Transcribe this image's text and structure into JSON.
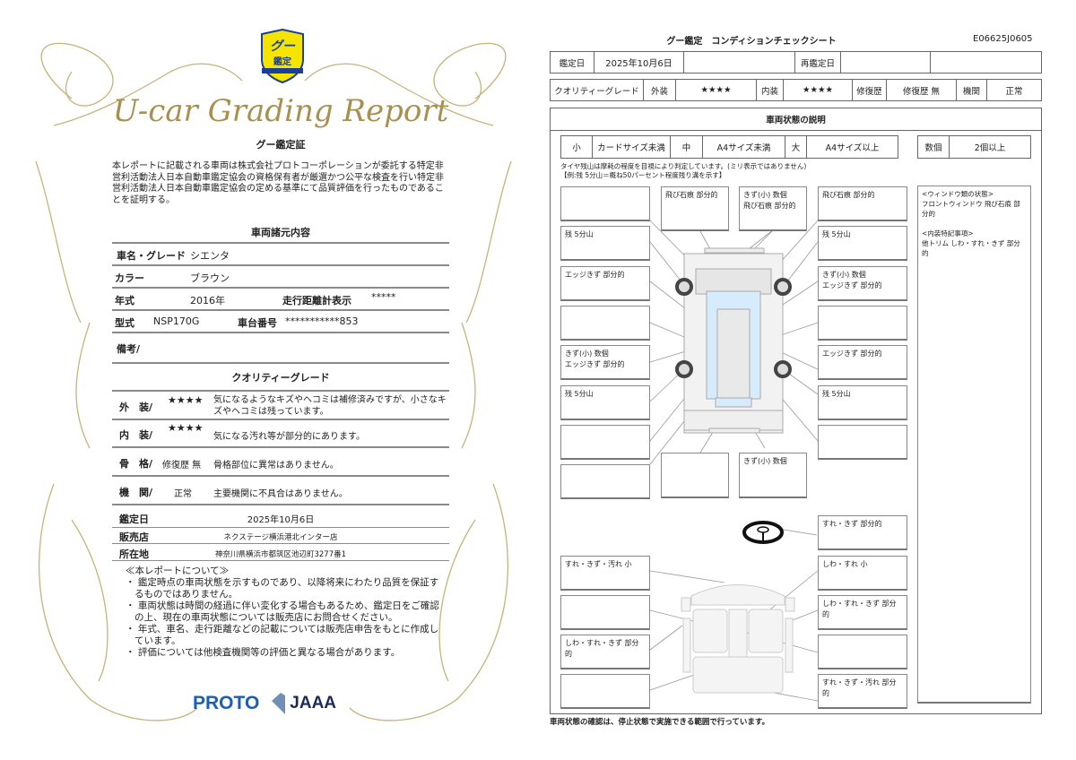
{
  "left": {
    "logo_text": "グー鑑定",
    "script_title": "U-car Grading Report",
    "cert_title": "グー鑑定証",
    "intro": "本レポートに記載される車両は株式会社プロトコーポレーションが委託する特定非営利活動法人日本自動車鑑定協会の資格保有者が厳選かつ公平な検査を行い特定非営利活動法人日本自動車鑑定協会の定める基準にて品質評価を行ったものであることを証明する。",
    "spec_title": "車両諸元内容",
    "specs": {
      "name_label": "車名・グレード",
      "name": "シエンタ",
      "color_label": "カラー",
      "color": "ブラウン",
      "year_label": "年式",
      "year": "2016年",
      "odo_label": "走行距離計表示",
      "odo": "*****",
      "model_label": "型式",
      "model": "NSP170G",
      "chassis_label": "車台番号",
      "chassis": "***********853",
      "remarks_label": "備考/"
    },
    "grade_title": "クオリティーグレード",
    "grades": [
      {
        "label": "外　装/",
        "value": "★★★★",
        "desc": "気になるようなキズやヘコミは補修済みですが、小さなキズやヘコミは残っています。"
      },
      {
        "label": "内　装/",
        "value": "★★★★",
        "desc": "気になる汚れ等が部分的にあります。"
      },
      {
        "label": "骨　格/",
        "value": "修復歴 無",
        "desc": "骨格部位に異常はありません。"
      },
      {
        "label": "機　関/",
        "value": "正常",
        "desc": "主要機関に不具合はありません。"
      }
    ],
    "date_label": "鑑定日",
    "date": "2025年10月6日",
    "shop_label": "販売店",
    "shop": "ネクステージ横浜港北インター店",
    "address_label": "所在地",
    "address": "神奈川県横浜市都筑区池辺町3277番1",
    "notes_title": "≪本レポートについて≫",
    "notes": [
      "・ 鑑定時点の車両状態を示すものであり、以降将来にわたり品質を保証するものではありません。",
      "・ 車両状態は時間の経過に伴い変化する場合もあるため、鑑定日をご確認の上、現在の車両状態については販売店にお問合せください。",
      "・ 年式、車名、走行距離などの記載については販売店申告をもとに作成しています。",
      "・ 評価については他検査機関等の評価と異なる場合があります。"
    ],
    "logos": [
      "PROTO",
      "JAAA"
    ]
  },
  "right": {
    "title": "グー鑑定　コンディションチェックシート",
    "code": "E06625J0605",
    "row1": {
      "date_label": "鑑定日",
      "date": "2025年10月6日",
      "redate_label": "再鑑定日"
    },
    "row2": {
      "grade_label": "クオリティーグレード",
      "ext_label": "外装",
      "ext": "★★★★",
      "int_label": "内装",
      "int": "★★★★",
      "repair_label": "修復歴",
      "repair": "修復歴 無",
      "engine_label": "機関",
      "engine": "正常"
    },
    "section_title": "車両状態の説明",
    "sizes": [
      [
        "小",
        "カードサイズ未満"
      ],
      [
        "中",
        "A4サイズ未満"
      ],
      [
        "大",
        "A4サイズ以上"
      ]
    ],
    "count": [
      "数個",
      "2個以上"
    ],
    "tire_note1": "タイヤ残山は摩耗の程度を目視により判定しています。(ミリ表示ではありません)",
    "tire_note2": "【例:残 5分山＝概ね50パーセント程度残り溝を示す】",
    "exterior_boxes": {
      "left": [
        "",
        "残 5分山",
        "エッジきず 部分的",
        "",
        "きず(小) 数個\nエッジきず 部分的",
        "残 5分山",
        "",
        ""
      ],
      "top": [
        "飛び石痕 部分的",
        "きず(小) 数個\n飛び石痕 部分的"
      ],
      "right": [
        "飛び石痕 部分的",
        "残 5分山",
        "きず(小) 数個\nエッジきず 部分的",
        "",
        "エッジきず 部分的",
        "残 5分山",
        ""
      ],
      "bottom": [
        "",
        "きず(小) 数個"
      ]
    },
    "interior_boxes": {
      "left": [
        "すれ・きず・汚れ 小",
        "",
        "しわ・すれ・きず 部分的",
        ""
      ],
      "right": [
        "すれ・きず 部分的",
        "しわ・すれ 小",
        "しわ・すれ・きず 部分的",
        "",
        "すれ・きず・汚れ 部分的"
      ]
    },
    "side_notes": [
      "<ウィンドウ類の状態>",
      "フロントウィンドウ 飛び石痕 部分的",
      "",
      "<内装特記事項>",
      "他トリム しわ・すれ・きず 部分的"
    ],
    "footer": "車両状態の確認は、停止状態で実施できる範囲で行っています。"
  },
  "colors": {
    "gold": "#b59a55",
    "logo_yellow": "#f5e400",
    "logo_blue": "#1a3f9a",
    "glass": "#d6ebfb"
  }
}
